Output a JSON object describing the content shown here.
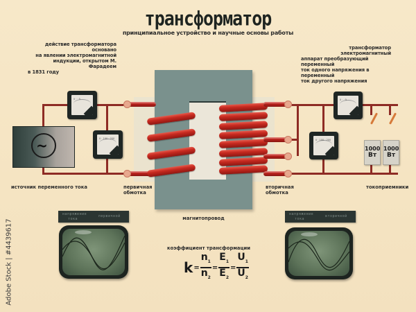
{
  "header": {
    "title": "трансформатор",
    "subtitle": "принципиальное устройство и научные основы работы"
  },
  "notes": {
    "left": [
      "действие трансформатора основано",
      "на явлении электромагнитной",
      "индукции, открытом М. Фарадеем",
      "в 1831 году"
    ],
    "right": [
      "трансформатор электромагнитный",
      "аппарат преобразующий переменный",
      "ток одного напряжения в переменный",
      "ток другого напряжения"
    ]
  },
  "labels": {
    "source": "источник переменного тока",
    "primary_winding": [
      "первичная",
      "обмотка"
    ],
    "secondary_winding": [
      "вторичная",
      "обмотка"
    ],
    "core": "магнитопровод",
    "consumers": "токоприемники",
    "coefficient_caption": "коэффициент трансформации"
  },
  "source": {
    "symbol": "~"
  },
  "lamps": [
    {
      "power": "1000",
      "unit": "Вт"
    },
    {
      "power": "1000",
      "unit": "Вт"
    }
  ],
  "screens": {
    "left_label": [
      "напряжение",
      "тока",
      "первичной"
    ],
    "right_label": [
      "напряжение",
      "тока",
      "вторичной"
    ]
  },
  "formula": {
    "k": "k",
    "eq": "=",
    "n1": "n",
    "n1_sub": "1",
    "n2": "n",
    "n2_sub": "2",
    "e1": "E",
    "e1_sub": "1",
    "e2": "E",
    "e2_sub": "2",
    "u1": "U",
    "u1_sub": "1",
    "u2": "U",
    "u2_sub": "2"
  },
  "primary_turns": 4,
  "secondary_turns": 8,
  "colors": {
    "background": "#f6e6c6",
    "wire": "#8e2b24",
    "coil": "#c72a20",
    "core": "#7a918d",
    "meter": "#1f2624",
    "screen_glass": "#5d7359"
  },
  "watermark": "Adobe Stock | #4439617"
}
